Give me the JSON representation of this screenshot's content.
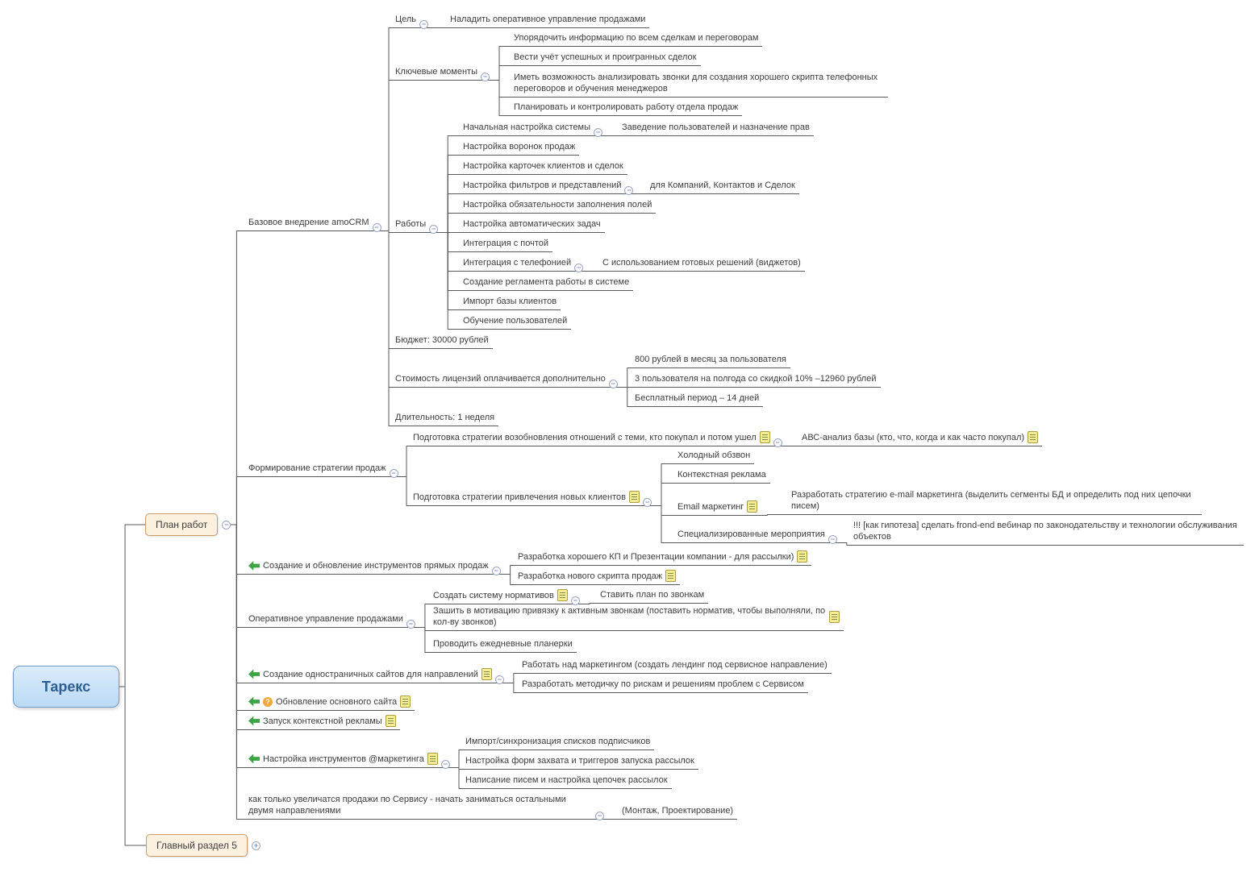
{
  "icons": {
    "collapse": "−",
    "expand": "+",
    "question": "?"
  },
  "root": {
    "title": "Тарекс"
  },
  "branches": {
    "plan": "План работ",
    "section5": "Главный раздел 5"
  },
  "plan": {
    "base": {
      "label": "Базовое внедрение amoCRM",
      "goal": {
        "label": "Цель",
        "child": "Наладить оперативное управление продажами"
      },
      "key": {
        "label": "Ключевые моменты",
        "i1": "Упорядочить информацию по всем сделкам и переговорам",
        "i2": "Вести учёт успешных и проигранных сделок",
        "i3": "Иметь возможность анализировать звонки для создания хорошего скрипта телефонных переговоров и обучения менеджеров",
        "i4": "Планировать и контролировать работу отдела продаж"
      },
      "works": {
        "label": "Работы",
        "w1": {
          "label": "Начальная настройка системы",
          "child": "Заведение пользователей и назначение прав"
        },
        "w2": "Настройка воронок продаж",
        "w3": "Настройка карточек клиентов и сделок",
        "w4": {
          "label": "Настройка фильтров и представлений",
          "child": "для Компаний, Контактов и Сделок"
        },
        "w5": "Настройка обязательности заполнения полей",
        "w6": "Настройка автоматических задач",
        "w7": "Интеграция с почтой",
        "w8": {
          "label": "Интеграция с телефонией",
          "child": "С использованием готовых решений (виджетов)"
        },
        "w9": "Создание регламента работы в системе",
        "w10": "Импорт базы клиентов",
        "w11": "Обучение пользователей"
      },
      "budget": "Бюджет: 30000 рублей",
      "license": {
        "label": "Стоимость лицензий оплачивается дополнительно",
        "i1": "800 рублей в месяц за пользователя",
        "i2": "3 пользователя на полгода со скидкой 10% –12960 рублей",
        "i3": "Бесплатный период – 14 дней"
      },
      "duration": "Длительность: 1 неделя"
    },
    "strategy": {
      "label": "Формирование стратегии продаж",
      "returning": {
        "label": "Подготовка стратегии возобновления отношений с теми, кто покупал и потом ушел",
        "child": "АВС-анализ базы (кто, что, когда и как часто покупал)"
      },
      "new_clients": {
        "label": "Подготовка стратегии привлечения новых клиентов",
        "cold": "Холодный обзвон",
        "context": "Контекстная реклама",
        "email": {
          "label": "Email маркетинг",
          "child": "Разработать стратегию e-mail маркетинга (выделить сегменты БД и определить под них цепочки писем)"
        },
        "events": {
          "label": "Специализированные мероприятия",
          "child": "!!! [как гипотеза] сделать frond-end вебинар по законодательству и технологии обслуживания объектов"
        }
      }
    },
    "direct_tools": {
      "label": "Создание и обновление инструментов прямых продаж",
      "kp": "Разработка хорошего КП и Презентации компании - для рассылки)",
      "script": "Разработка нового скрипта продаж"
    },
    "ops": {
      "label": "Оперативное управление продажами",
      "norms": {
        "label": "Создать систему нормативов",
        "child": "Ставить план по звонкам"
      },
      "motivation": "Зашить в мотивацию привязку к активным звонкам (поставить норматив, чтобы выполняли, по кол-ву звонков)",
      "meetings": "Проводить ежедневные планерки"
    },
    "landing": {
      "label": "Создание одностраничных сайтов для направлений",
      "marketing": "Работать над маркетингом (создать лендинг под сервисное направление)",
      "manual": "Разработать методичку по рискам и решениям проблем с Сервисом"
    },
    "site_update": "Обновление основного сайта",
    "context_ads": "Запуск контекстной рекламы",
    "email_tools": {
      "label": "Настройка инструментов @маркетинга",
      "import": "Импорт/синхронизация списков подписчиков",
      "forms": "Настройка форм захвата и триггеров запуска рассылок",
      "letters": "Написание писем и настройка цепочек рассылок"
    },
    "later": {
      "label": "как только увеличатся продажи по Сервису - начать заниматься остальными двумя направлениями",
      "child": "(Монтаж, Проектирование)"
    }
  }
}
